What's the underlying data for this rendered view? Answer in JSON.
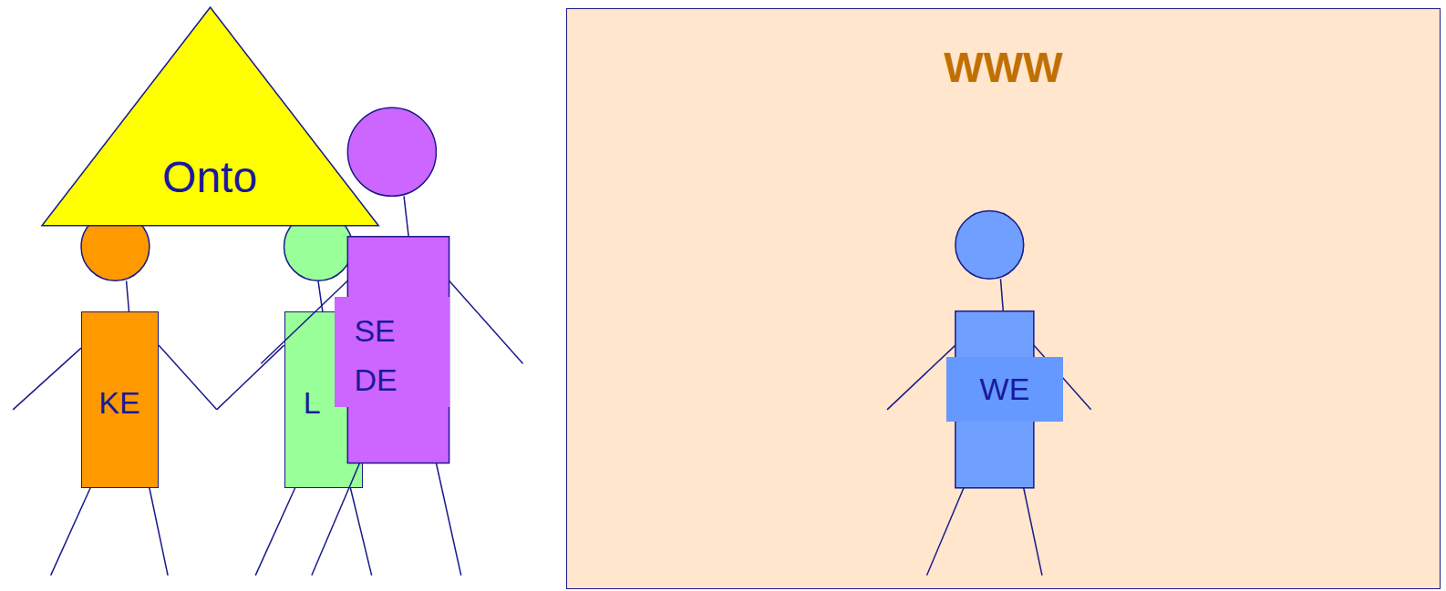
{
  "diagram": {
    "nodes": [
      {
        "text": [
          "Onto"
        ]
      },
      {
        "text": [
          "KE"
        ]
      },
      {
        "text": [
          "L"
        ]
      },
      {
        "text": [
          "SE DE"
        ]
      },
      {
        "text": [
          "WWW"
        ]
      },
      {
        "text": [
          "WE"
        ],
        "in": 4
      }
    ]
  }
}
